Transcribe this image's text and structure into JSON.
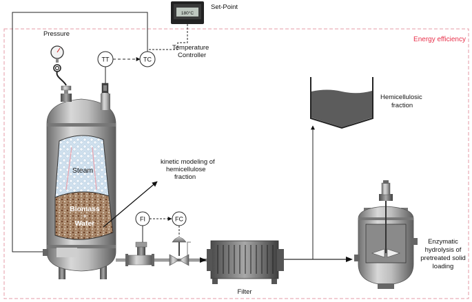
{
  "setpoint": {
    "label": "Set-Point",
    "display": "180°C"
  },
  "pressure": {
    "label": "Pressure"
  },
  "temperature_controller": {
    "line1": "Temperature",
    "line2": "Controller"
  },
  "instruments": {
    "tt": "TT",
    "tc": "TC",
    "fi": "FI",
    "fc": "FC"
  },
  "energy": {
    "label": "Energy efficiency",
    "color": "#e8304a"
  },
  "reactor": {
    "steam": "Steam",
    "biomass": "Biomass",
    "plus": "+",
    "water": "Water"
  },
  "kinetic": {
    "line1": "kinetic modeling of",
    "line2": "hemicellulose",
    "line3": "fraction"
  },
  "hemicellulosic": {
    "line1": "Hemicellulosic",
    "line2": "fraction"
  },
  "filter": {
    "label": "Filter"
  },
  "enzymatic": {
    "line1": "Enzymatic",
    "line2": "hydrolysis of",
    "line3": "pretreated solid",
    "line4": "loading"
  }
}
